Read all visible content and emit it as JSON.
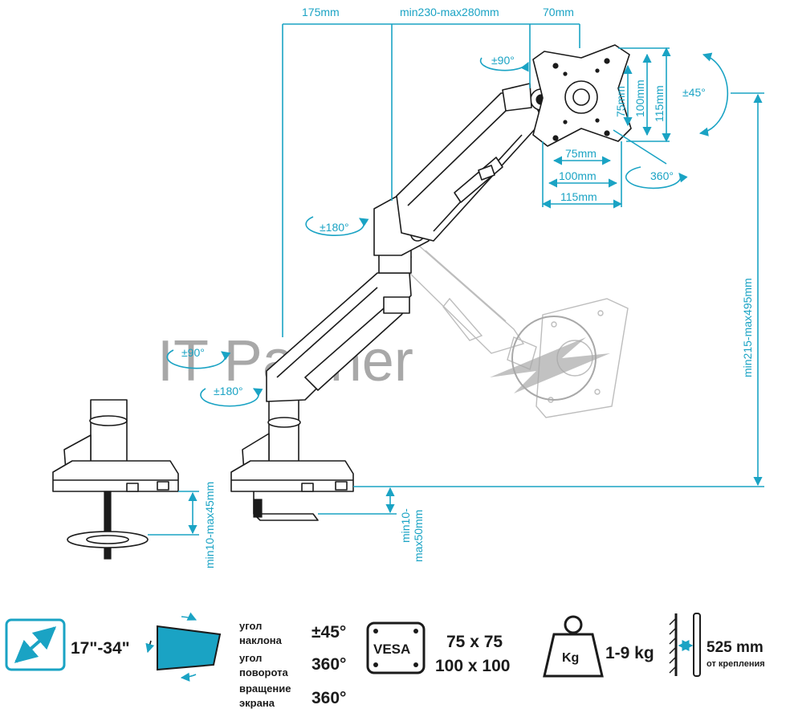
{
  "colors": {
    "accent": "#1aa3c4",
    "ink": "#1b1b1b",
    "ghost": "#bdbdbd"
  },
  "watermark": "IT Partner",
  "dimensions": {
    "top_left": "175mm",
    "top_mid": "min230-max280mm",
    "top_right": "70mm",
    "v75": "75mm",
    "v100": "100mm",
    "v115": "115mm",
    "h75": "75mm",
    "h100": "100mm",
    "h115": "115mm",
    "height_range": "min215-max495mm",
    "clamp_thickness": "min10-max45mm",
    "grommet_line1": "min10-",
    "grommet_line2": "max50mm"
  },
  "angles": {
    "head_rotate": "±90°",
    "tilt": "±45°",
    "screen_rotate": "360°",
    "upper_swivel": "±180°",
    "mid_rotate": "±90°",
    "base_swivel": "±180°"
  },
  "specs": {
    "screen_size": "17\"-34\"",
    "tilt_label_1": "угол",
    "tilt_label_2": "наклона",
    "tilt_value": "±45°",
    "swivel_label_1": "угол",
    "swivel_label_2": "поворота",
    "swivel_value": "360°",
    "rotation_label_1": "вращение",
    "rotation_label_2": "экрана",
    "rotation_value": "360°",
    "vesa_badge": "VESA",
    "vesa_1": "75 x 75",
    "vesa_2": "100 x 100",
    "weight_badge": "Kg",
    "weight": "1-9 kg",
    "reach": "525 mm",
    "reach_note": "от крепления"
  },
  "icons": [
    "diagonal-size-icon",
    "tilt-screen-icon",
    "vesa-icon",
    "weight-icon",
    "wall-reach-icon"
  ]
}
